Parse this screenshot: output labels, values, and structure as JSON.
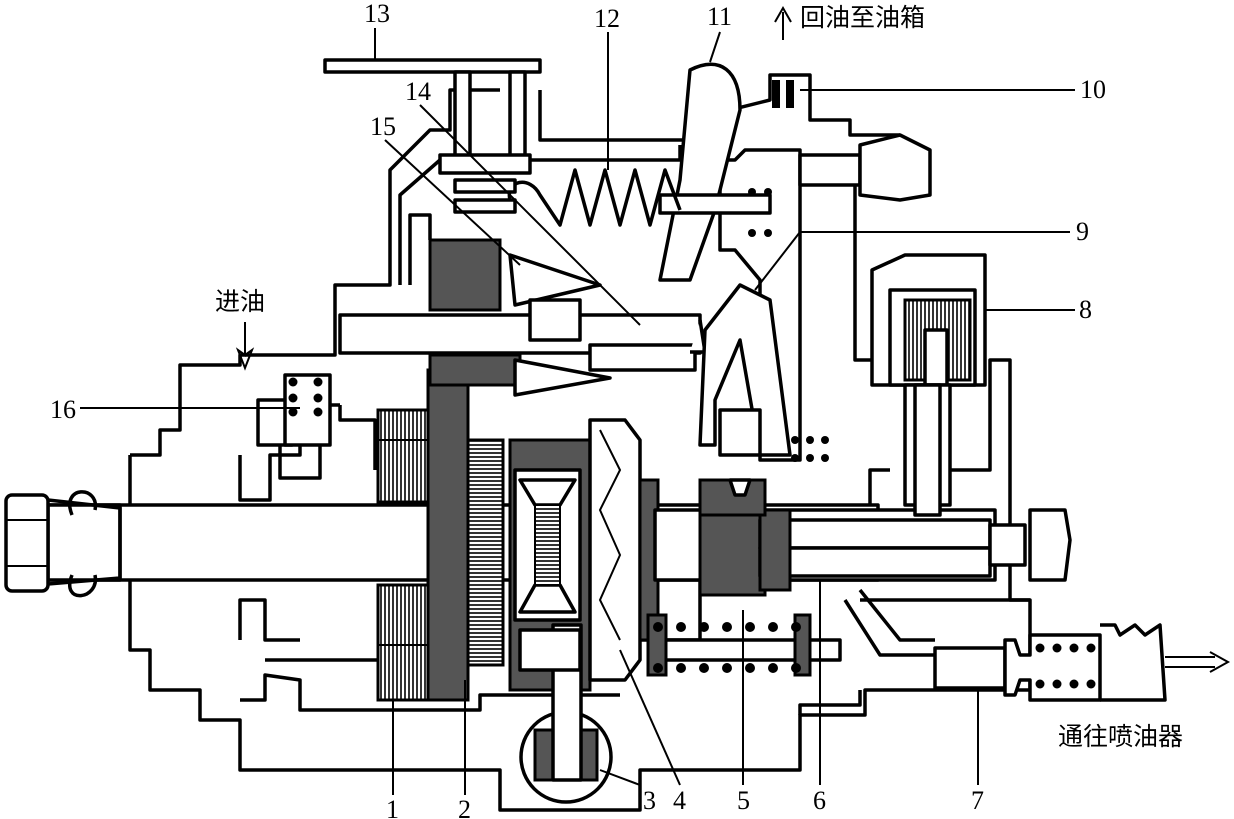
{
  "labels": {
    "l1": "1",
    "l2": "2",
    "l3": "3",
    "l4": "4",
    "l5": "5",
    "l6": "6",
    "l7": "7",
    "l8": "8",
    "l9": "9",
    "l10": "10",
    "l11": "11",
    "l12": "12",
    "l13": "13",
    "l14": "14",
    "l15": "15",
    "l16": "16"
  },
  "text": {
    "return": "回油至油箱",
    "inlet": "进油",
    "outlet": "通往喷油器"
  }
}
